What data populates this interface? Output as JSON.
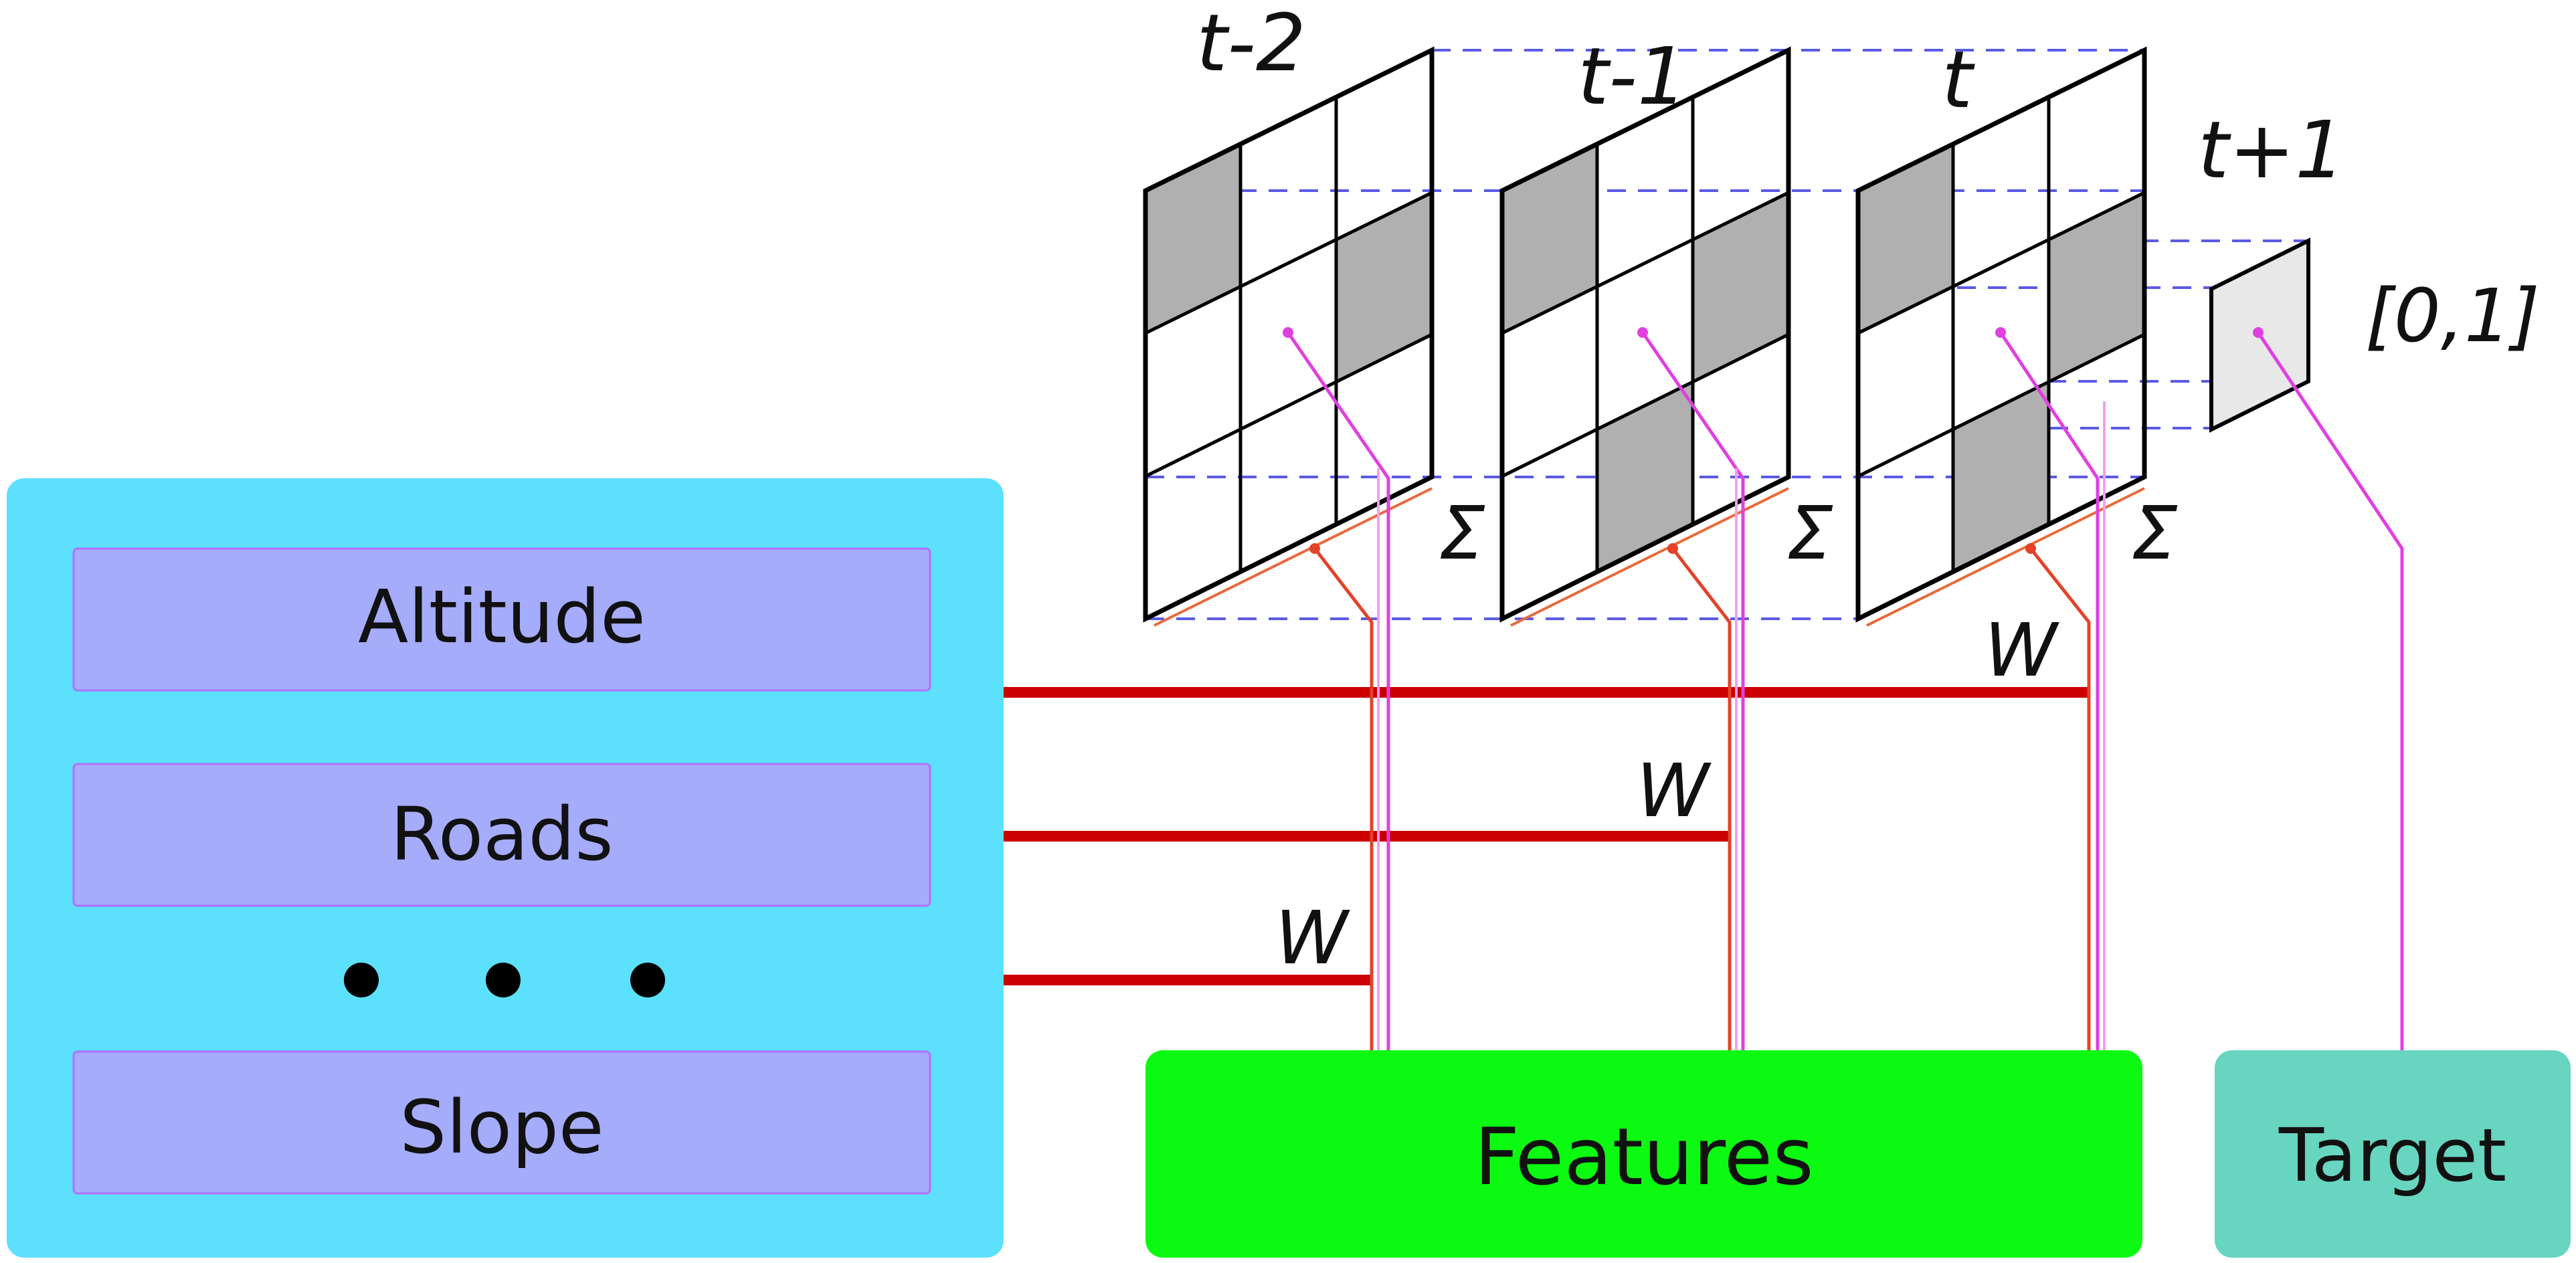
{
  "layers_panel": {
    "items": [
      {
        "label": "Altitude"
      },
      {
        "label": "Roads"
      },
      {
        "label": "Slope"
      }
    ],
    "ellipsis_dots": 3,
    "fill_color": "#5ce0fc",
    "item_fill_color": "#a6acfc"
  },
  "time_steps": [
    {
      "label": "t-2",
      "shaded_cells": [
        [
          0,
          0
        ],
        [
          1,
          2
        ]
      ]
    },
    {
      "label": "t-1",
      "shaded_cells": [
        [
          0,
          0
        ],
        [
          1,
          2
        ],
        [
          2,
          1
        ]
      ]
    },
    {
      "label": "t",
      "shaded_cells": [
        [
          0,
          0
        ],
        [
          1,
          2
        ],
        [
          2,
          1
        ]
      ]
    }
  ],
  "sum_symbol": "Σ",
  "weight_label": "W",
  "target_step": {
    "label": "t+1",
    "range_label": "[0,1]"
  },
  "features_box": {
    "label": "Features",
    "fill_color": "#0cfa12"
  },
  "target_box": {
    "label": "Target",
    "fill_color": "#68d5c0"
  },
  "colors": {
    "weight_line": "#cc0000",
    "pointer_line": "#e040e0",
    "dashed_guide": "#5a5ae6",
    "shaded_cell": "#b0b0b0"
  }
}
